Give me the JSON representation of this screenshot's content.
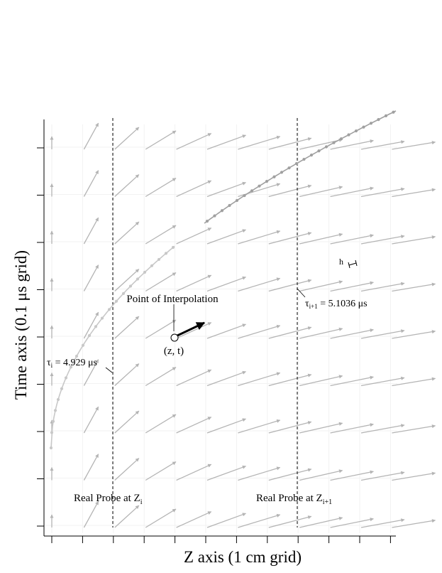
{
  "diagram": {
    "x_axis_label": "Z axis (1 cm grid)",
    "y_axis_label": "Time axis (0.1 μs grid)",
    "probe_left": {
      "label": "Real Probe at Z",
      "subscript": "i"
    },
    "probe_right": {
      "label": "Real Probe at Z",
      "subscript": "i+1"
    },
    "tau_i": {
      "symbol": "τ",
      "subscript": "i",
      "value_text": " = 4.929 μs"
    },
    "tau_i1": {
      "symbol": "τ",
      "subscript": "i+1",
      "value_text": " = 5.1036 μs"
    },
    "point_label": "Point of Interpolation",
    "point_coords": "(z, t)",
    "step_label": "h",
    "colors": {
      "axis": "#000000",
      "vector_field": "#b4b4b4",
      "trajectory": "#c8c8c8",
      "trajectory_dark": "#a0a0a0",
      "grid": "#f2f2f2",
      "interp_arrow": "#000000"
    }
  }
}
